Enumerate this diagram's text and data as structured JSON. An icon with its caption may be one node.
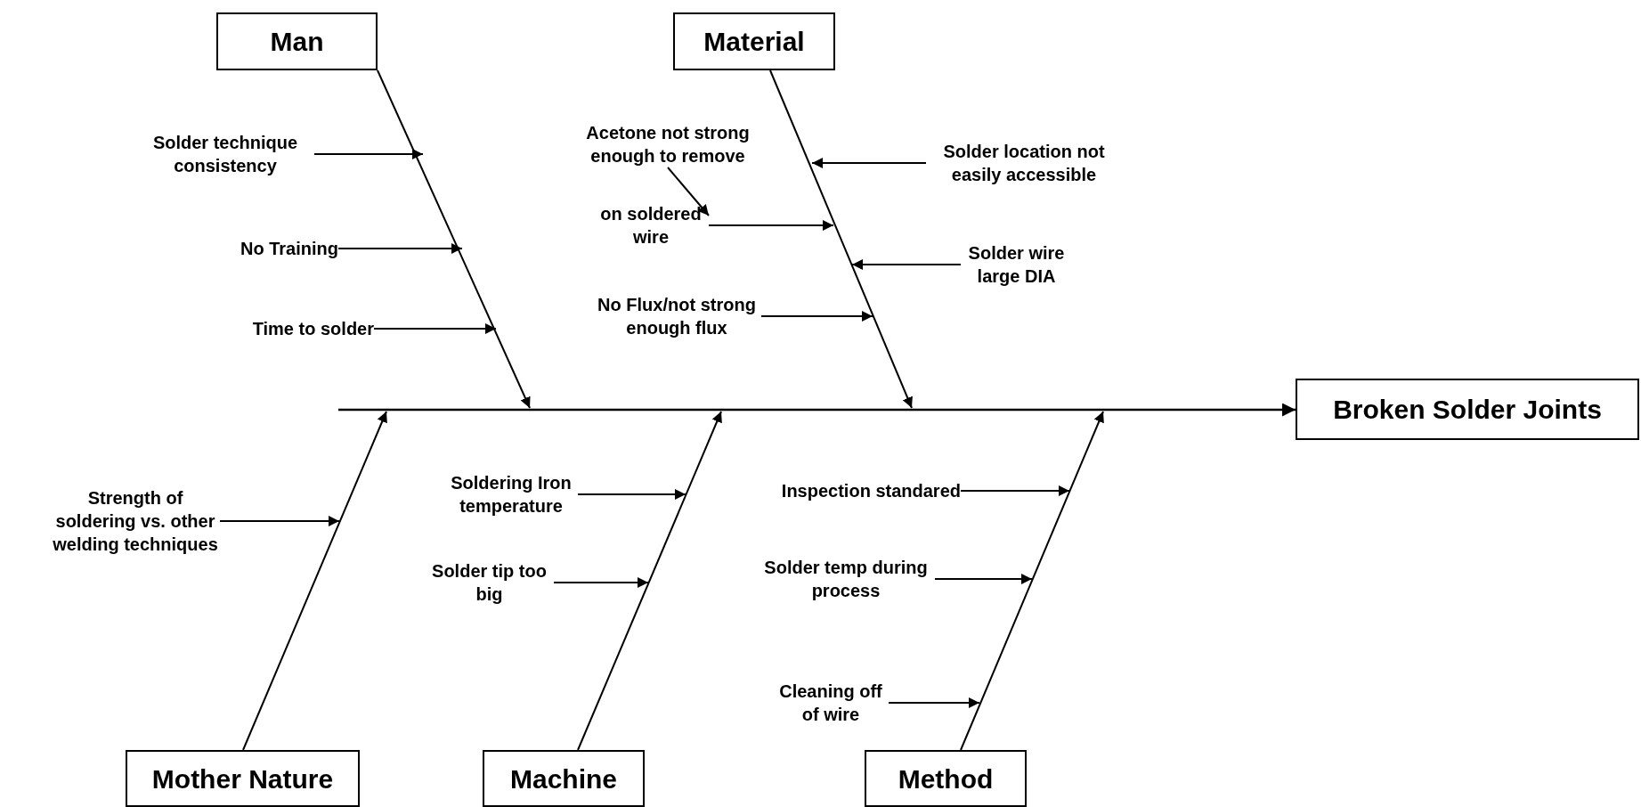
{
  "diagram": {
    "nodes": [
      {
        "text": [
          "Man"
        ]
      },
      {
        "text": [
          "Material"
        ]
      },
      {
        "text": [
          "Broken Solder Joints"
        ]
      },
      {
        "text": [
          "Mother Nature"
        ]
      },
      {
        "text": [
          "Machine"
        ]
      },
      {
        "text": [
          "Method"
        ]
      },
      {
        "text": [
          "Solder technique consistency"
        ]
      },
      {
        "text": [
          "No Training"
        ]
      },
      {
        "text": [
          "Time to solder"
        ]
      },
      {
        "text": [
          "Acetone not strong enough to remove"
        ]
      },
      {
        "text": [
          "Solder location not easily accessible"
        ]
      },
      {
        "text": [
          "on soldered wire"
        ]
      },
      {
        "text": [
          "Solder wire large DIA"
        ]
      },
      {
        "text": [
          "No Flux/not strong enough flux"
        ]
      },
      {
        "text": [
          "Strength of soldering vs. other welding techniques"
        ]
      },
      {
        "text": [
          "Soldering Iron temperature"
        ]
      },
      {
        "text": [
          "Solder tip too big"
        ]
      },
      {
        "text": [
          "Inspection standared"
        ]
      },
      {
        "text": [
          "Solder temp during process"
        ]
      },
      {
        "text": [
          "Cleaning off of wire"
        ]
      }
    ],
    "edges": [
      {
        "from": null,
        "to": 2,
        "arrow": "to"
      },
      {
        "from": 0,
        "to": null,
        "arrow": "to"
      },
      {
        "from": 1,
        "to": null,
        "arrow": "to"
      },
      {
        "from": 3,
        "to": null,
        "arrow": "to"
      },
      {
        "from": 4,
        "to": null,
        "arrow": "to"
      },
      {
        "from": 5,
        "to": null,
        "arrow": "to"
      },
      {
        "from": 6,
        "to": null,
        "arrow": "to"
      },
      {
        "from": 7,
        "to": null,
        "arrow": "to"
      },
      {
        "from": 8,
        "to": null,
        "arrow": "to"
      },
      {
        "from": 9,
        "to": 11,
        "arrow": "to"
      },
      {
        "from": 10,
        "to": null,
        "arrow": "to"
      },
      {
        "from": 11,
        "to": null,
        "arrow": "to"
      },
      {
        "from": 12,
        "to": null,
        "arrow": "to"
      },
      {
        "from": 13,
        "to": null,
        "arrow": "to"
      },
      {
        "from": 14,
        "to": null,
        "arrow": "to"
      },
      {
        "from": 15,
        "to": null,
        "arrow": "to"
      },
      {
        "from": 16,
        "to": null,
        "arrow": "to"
      },
      {
        "from": 17,
        "to": null,
        "arrow": "to"
      },
      {
        "from": 18,
        "to": null,
        "arrow": "to"
      },
      {
        "from": 19,
        "to": null,
        "arrow": "to"
      }
    ]
  }
}
